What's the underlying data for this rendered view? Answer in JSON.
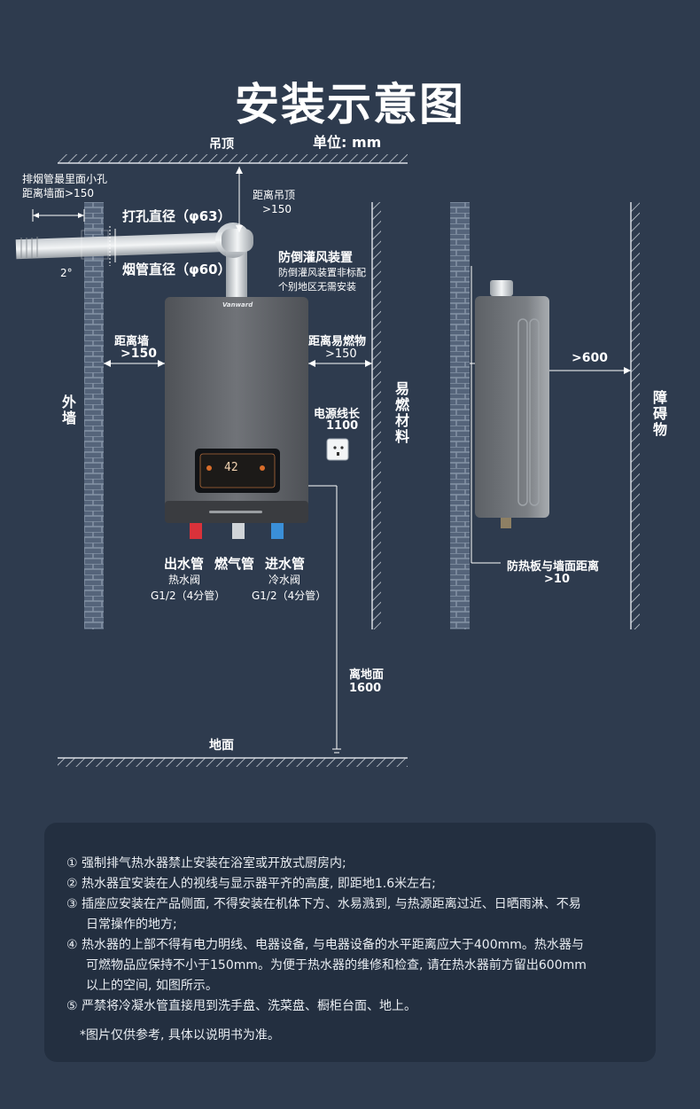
{
  "title": "安装示意图",
  "unit": "单位: mm",
  "ceiling": "吊顶",
  "floor": "地面",
  "outer_wall": "外墙",
  "flammable": "易燃材料",
  "obstacle": "障碍物",
  "exhaust_note": [
    "排烟管最里面小孔",
    "距离墙面>150"
  ],
  "hole_diameter": "打孔直径（φ63）",
  "pipe_diameter": "烟管直径（φ60）",
  "angle": "2°",
  "ceiling_distance": [
    "距离吊顶",
    ">150"
  ],
  "backdraft": {
    "title": "防倒灌风装置",
    "note": [
      "防倒灌风装置非标配",
      "个别地区无需安装"
    ]
  },
  "wall_distance": [
    "距离墙",
    ">150"
  ],
  "flammable_distance": [
    "距离易燃物",
    ">150"
  ],
  "power_cord": [
    "电源线长",
    "1100"
  ],
  "display_reading": "42",
  "brand_mark": "Vanward",
  "pipes": {
    "outlet": {
      "title": "出水管",
      "sub1": "热水阀",
      "sub2": "G1/2（4分管）"
    },
    "gas": {
      "title": "燃气管"
    },
    "inlet": {
      "title": "进水管",
      "sub1": "冷水阀",
      "sub2": "G1/2（4分管）"
    }
  },
  "floor_height": [
    "离地面",
    "1600"
  ],
  "front_clearance": ">600",
  "heat_shield": [
    "防热板与墙面距离",
    ">10"
  ],
  "notes": [
    "① 强制排气热水器禁止安装在浴室或开放式厨房内;",
    "② 热水器宜安装在人的视线与显示器平齐的高度, 即距地1.6米左右;",
    "③ 插座应安装在产品侧面, 不得安装在机体下方、水易溅到, 与热源距离过近、日晒雨淋、不易",
    "日常操作的地方;",
    "④ 热水器的上部不得有电力明线、电器设备, 与电器设备的水平距离应大于400mm。热水器与",
    "可燃物品应保持不小于150mm。为便于热水器的维修和检查, 请在热水器前方留出600mm",
    "以上的空间, 如图所示。",
    "⑤ 严禁将冷凝水管直接甩到洗手盘、洗菜盘、橱柜台面、地上。"
  ],
  "disclaimer": "*图片仅供参考, 具体以说明书为准。",
  "colors": {
    "background": "#2e3b4e",
    "brick": "#56657a",
    "heater": "#6a6d72",
    "hot": "#d9323a",
    "cold": "#3a8fd8"
  }
}
